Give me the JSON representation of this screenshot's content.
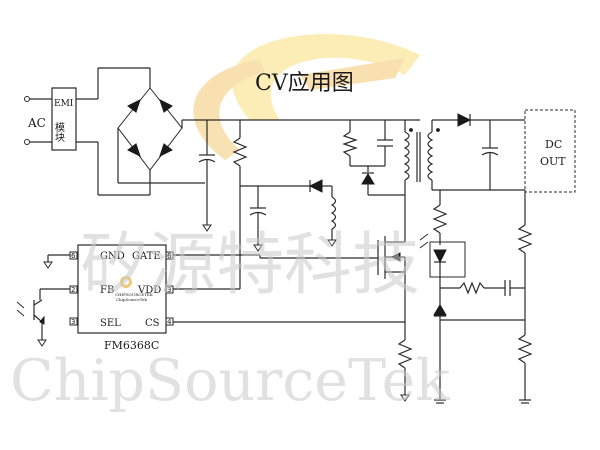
{
  "title": "CV应用图",
  "labels": {
    "ac": "AC",
    "emi": "EMI",
    "emi_sub": "模块",
    "dc_line1": "DC",
    "dc_line2": "OUT",
    "ic_part": "FM6368C"
  },
  "ic_pins": [
    {
      "name": "GND",
      "number": "6"
    },
    {
      "name": "FB",
      "number": "2"
    },
    {
      "name": "SEL",
      "number": "3"
    },
    {
      "name": "GATE",
      "number": "6"
    },
    {
      "name": "VDD",
      "number": "3"
    },
    {
      "name": "CS",
      "number": "4"
    }
  ],
  "ic_logo": {
    "brand": "CHIPSOURCETEK",
    "sub": "ChipSourceTek"
  },
  "watermark": {
    "cn": "矽源特科技",
    "en": "ChipSourceTek"
  },
  "colors": {
    "line": "#2a2a2a",
    "watermark_text": "#c9c9c9",
    "logo_orange": "#f3c872",
    "logo_yellow": "#f8e07a"
  }
}
